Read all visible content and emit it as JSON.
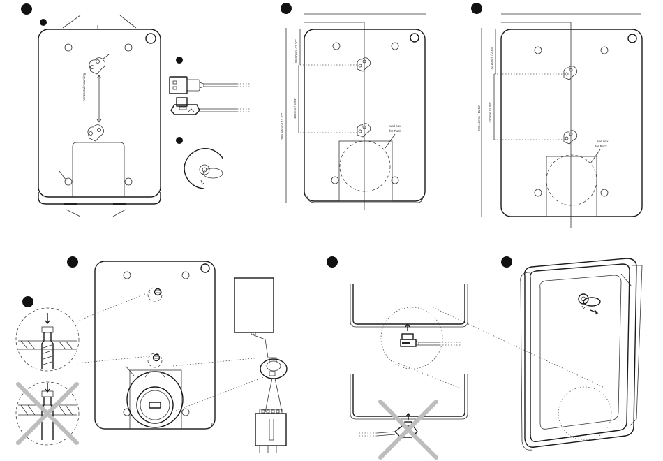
{
  "labels": {
    "horizontal_mounting": "horizontal\nmounting",
    "wall_box_line1": "wall box",
    "wall_box_line2": "for Puck",
    "dim_top_a": "55.80mm / 2.20\"",
    "dim_mid_a": "100mm / 3.94\"",
    "dim_left_a": "289.60mm / 11.22\"",
    "dim_top_b": "72.10mm / 2.85\"",
    "dim_mid_b": "100mm / 3.94\"",
    "dim_left_b": "290.40mm / 11.52\""
  },
  "colors": {
    "stroke": "#1a1a1a",
    "marker": "#111111",
    "cross": "#bdbdbd"
  },
  "icons": [
    "step-marker",
    "usb-a-connector",
    "usb-c-connector",
    "wall-mount-puck",
    "cross-mark",
    "screw"
  ]
}
